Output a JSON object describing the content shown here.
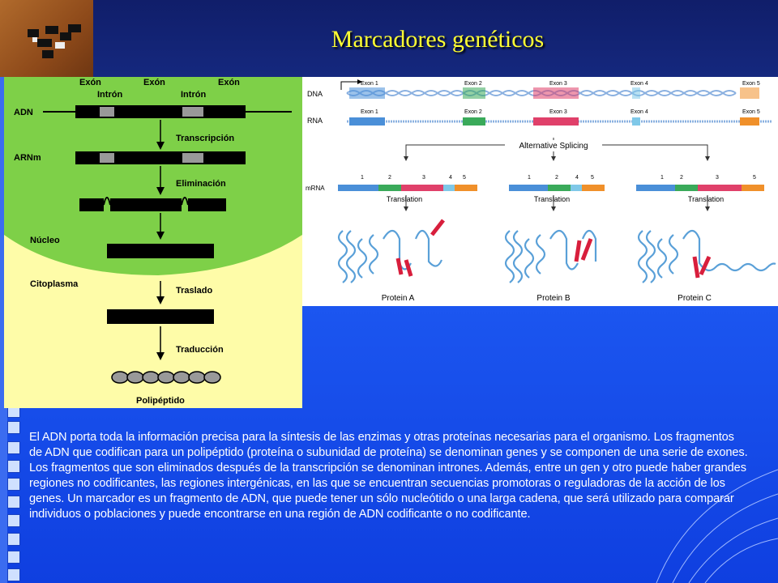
{
  "title": "Marcadores genéticos",
  "left_diagram": {
    "exon_labels": [
      "Exón",
      "Exón",
      "Exón"
    ],
    "intron_labels": [
      "Intrón",
      "Intrón"
    ],
    "row_labels": [
      "ADN",
      "ARNm",
      "Núcleo",
      "Citoplasma"
    ],
    "steps": [
      "Transcripción",
      "Eliminación",
      "Traslado",
      "Traducción"
    ],
    "product_label": "Polipéptido"
  },
  "right_diagram": {
    "dna_label": "DNA",
    "rna_label": "RNA",
    "mrna_label": "mRNA",
    "exon_labels": [
      "Exon 1",
      "Exon 2",
      "Exon 3",
      "Exon 4",
      "Exon 5"
    ],
    "splicing_label": "Alternative Splicing",
    "translation_label": "Translation",
    "isoforms": [
      {
        "exons": [
          "1",
          "2",
          "3",
          "4",
          "5"
        ],
        "protein": "Protein A"
      },
      {
        "exons": [
          "1",
          "2",
          "4",
          "5"
        ],
        "protein": "Protein B"
      },
      {
        "exons": [
          "1",
          "2",
          "3",
          "5"
        ],
        "protein": "Protein C"
      }
    ],
    "colors": {
      "exon1": "#4a8fd8",
      "exon2": "#3aaa5a",
      "exon3": "#e0406a",
      "exon4": "#7fc8e8",
      "exon5": "#f0902a",
      "helix": "#5aa0d8",
      "sheet": "#d81e3c"
    }
  },
  "paragraph": "El ADN porta toda la información precisa para la síntesis de las enzimas y otras proteínas necesarias para el organismo. Los fragmentos de ADN que codifican para un polipéptido (proteína o subunidad de proteína) se denominan genes y se componen de una serie de exones. Los fragmentos que son eliminados después de la transcripción se denominan intrones. Además, entre un gen y otro puede haber grandes regiones no codificantes, las regiones intergénicas, en las que se encuentran secuencias promotoras o reguladoras de la acción de los genes. Un marcador es un fragmento de ADN, que puede tener un sólo nucleótido o una larga cadena, que será utilizado para comparar individuos o poblaciones y puede encontrarse en una región de ADN codificante o no codificante."
}
